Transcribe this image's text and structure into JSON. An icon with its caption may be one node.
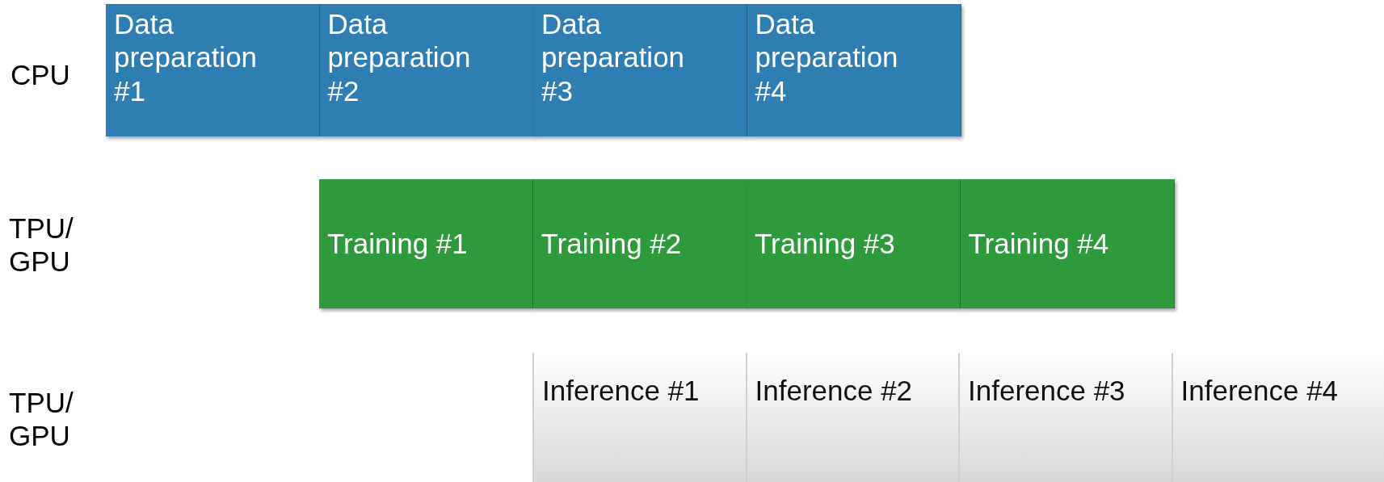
{
  "diagram": {
    "nodes": [
      {
        "text": [
          "Data preparation #1"
        ]
      },
      {
        "text": [
          "Data preparation #2"
        ]
      },
      {
        "text": [
          "Data preparation #3"
        ]
      },
      {
        "text": [
          "Data preparation #4"
        ]
      },
      {
        "text": [
          "Training #1"
        ]
      },
      {
        "text": [
          "Training #2"
        ]
      },
      {
        "text": [
          "Training #3"
        ]
      },
      {
        "text": [
          "Training #4"
        ]
      },
      {
        "text": [
          "Inference #1"
        ]
      },
      {
        "text": [
          "Inference #2"
        ]
      },
      {
        "text": [
          "Inference #3"
        ]
      },
      {
        "text": [
          "Inference #4"
        ]
      }
    ],
    "labels": [
      "CPU",
      "TPU/ GPU",
      "TPU/ GPU"
    ]
  }
}
